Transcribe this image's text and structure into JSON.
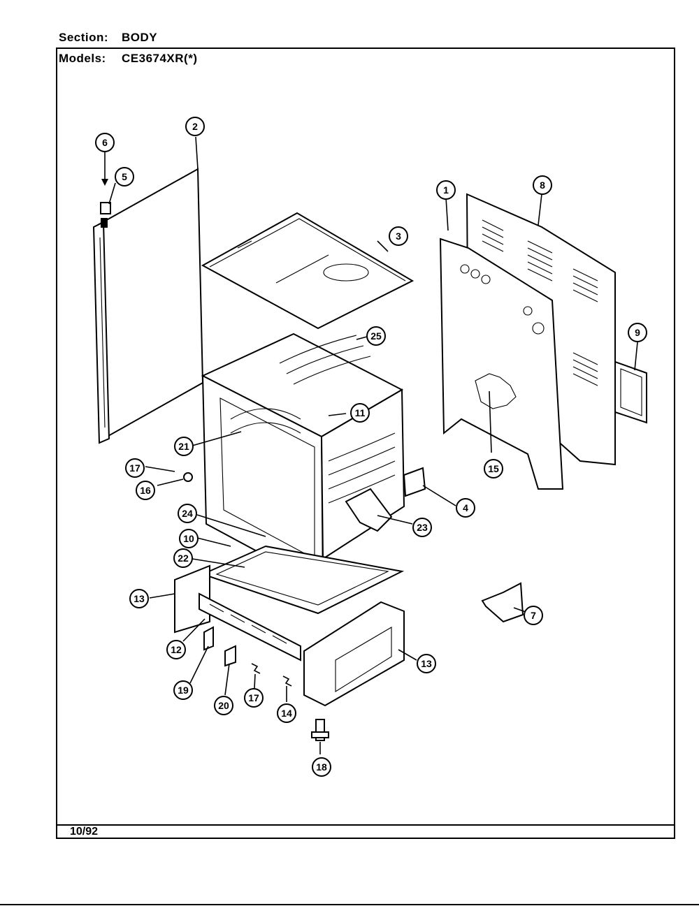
{
  "header": {
    "section_label": "Section:",
    "section_value": "BODY",
    "models_label": "Models:",
    "models_value": "CE3674XR(*)"
  },
  "footer": {
    "date": "10/92"
  },
  "callouts": {
    "c1": "1",
    "c2": "2",
    "c3": "3",
    "c4": "4",
    "c5": "5",
    "c6": "6",
    "c7": "7",
    "c8": "8",
    "c9": "9",
    "c10": "10",
    "c11": "11",
    "c12": "12",
    "c13a": "13",
    "c13b": "13",
    "c14": "14",
    "c15": "15",
    "c16": "16",
    "c17a": "17",
    "c17b": "17",
    "c18": "18",
    "c19": "19",
    "c20": "20",
    "c21": "21",
    "c22": "22",
    "c23": "23",
    "c24": "24",
    "c25": "25"
  }
}
